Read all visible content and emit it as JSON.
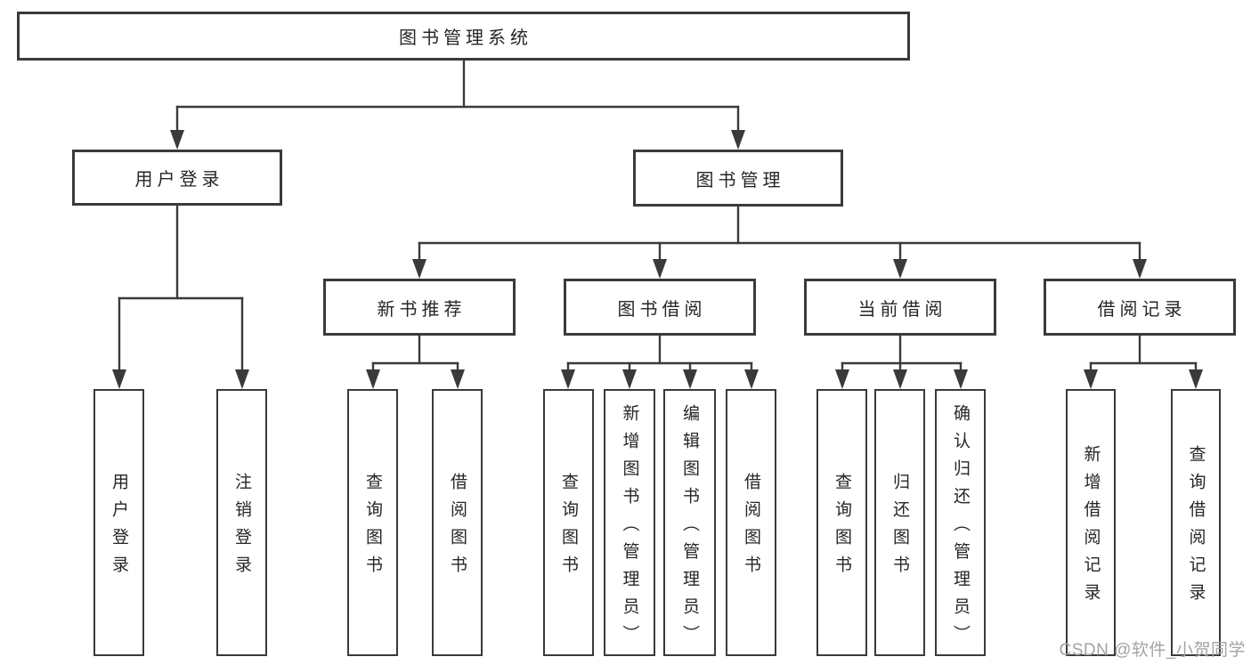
{
  "nodes": {
    "root": "图书管理系统",
    "user_login": "用户登录",
    "book_mgmt": "图书管理",
    "new_book_rec": "新书推荐",
    "book_borrow": "图书借阅",
    "current_borrow": "当前借阅",
    "borrow_record": "借阅记录",
    "user_login_leaf": "用户登录",
    "logout": "注销登录",
    "query_book_1": "查询图书",
    "borrow_book_1": "借阅图书",
    "query_book_2": "查询图书",
    "add_book": "新增图书（管理员）",
    "edit_book": "编辑图书（管理员）",
    "borrow_book_2": "借阅图书",
    "query_book_3": "查询图书",
    "return_book": "归还图书",
    "confirm_return": "确认归还（管理员）",
    "add_borrow_record": "新增借阅记录",
    "query_borrow_record": "查询借阅记录"
  },
  "hierarchy": {
    "root": [
      "user_login",
      "book_mgmt"
    ],
    "user_login": [
      "user_login_leaf",
      "logout"
    ],
    "book_mgmt": [
      "new_book_rec",
      "book_borrow",
      "current_borrow",
      "borrow_record"
    ],
    "new_book_rec": [
      "query_book_1",
      "borrow_book_1"
    ],
    "book_borrow": [
      "query_book_2",
      "add_book",
      "edit_book",
      "borrow_book_2"
    ],
    "current_borrow": [
      "query_book_3",
      "return_book",
      "confirm_return"
    ],
    "borrow_record": [
      "add_borrow_record",
      "query_borrow_record"
    ]
  },
  "watermark": "CSDN @软件_小贺同学",
  "colors": {
    "line": "#3a3a3a",
    "box_border": "#3a3a3a",
    "text": "#262626",
    "background": "#ffffff",
    "watermark": "#a3a3a3"
  }
}
